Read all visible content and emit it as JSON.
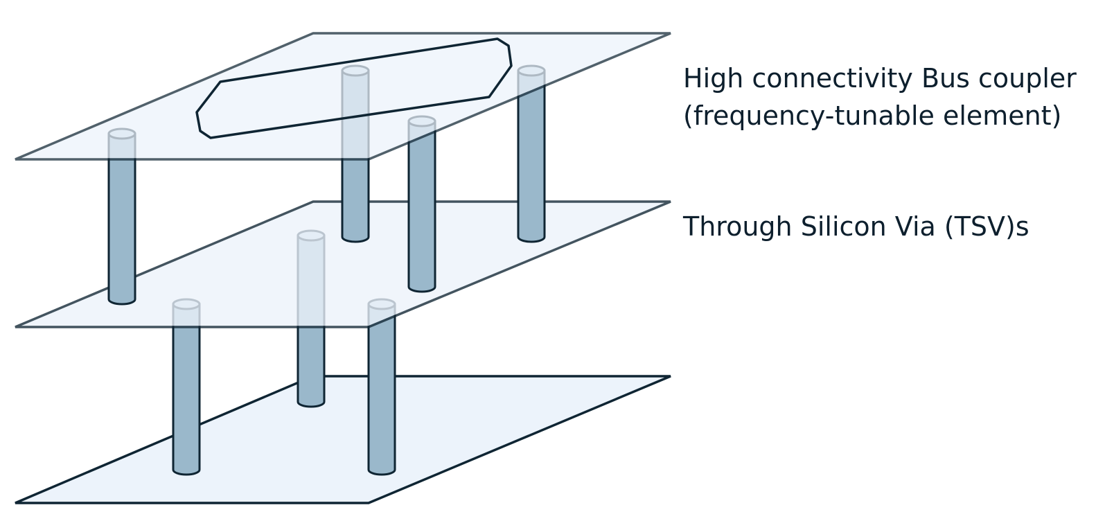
{
  "labels": {
    "bus_coupler_line1": "High connectivity Bus coupler",
    "bus_coupler_line2": "(frequency-tunable element)",
    "tsv": "Through Silicon Via (TSV)s"
  },
  "colors": {
    "layer_fill": "#ecf3fb",
    "outline": "#0f2533",
    "via_fill": "#9ab8cb",
    "via_top": "#c9dbe7"
  }
}
